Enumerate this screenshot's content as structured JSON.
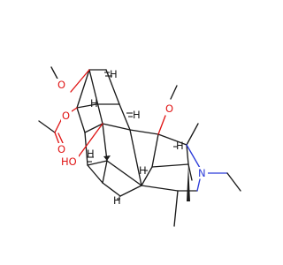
{
  "molecule": {
    "atom_labels": {
      "o_methoxy_top": "O",
      "o_acetate": "O",
      "o_carbonyl": "O",
      "o_methoxy_right": "O",
      "o_hydroxyl": "HO",
      "n_amine": "N",
      "h1": "H",
      "h2": "H",
      "h3": "H",
      "h4": "H",
      "h5": "H",
      "h6": "H",
      "h7": "H"
    },
    "colors": {
      "carbon": "#1a1a1a",
      "oxygen": "#e01515",
      "nitrogen": "#2b3bd9"
    }
  }
}
